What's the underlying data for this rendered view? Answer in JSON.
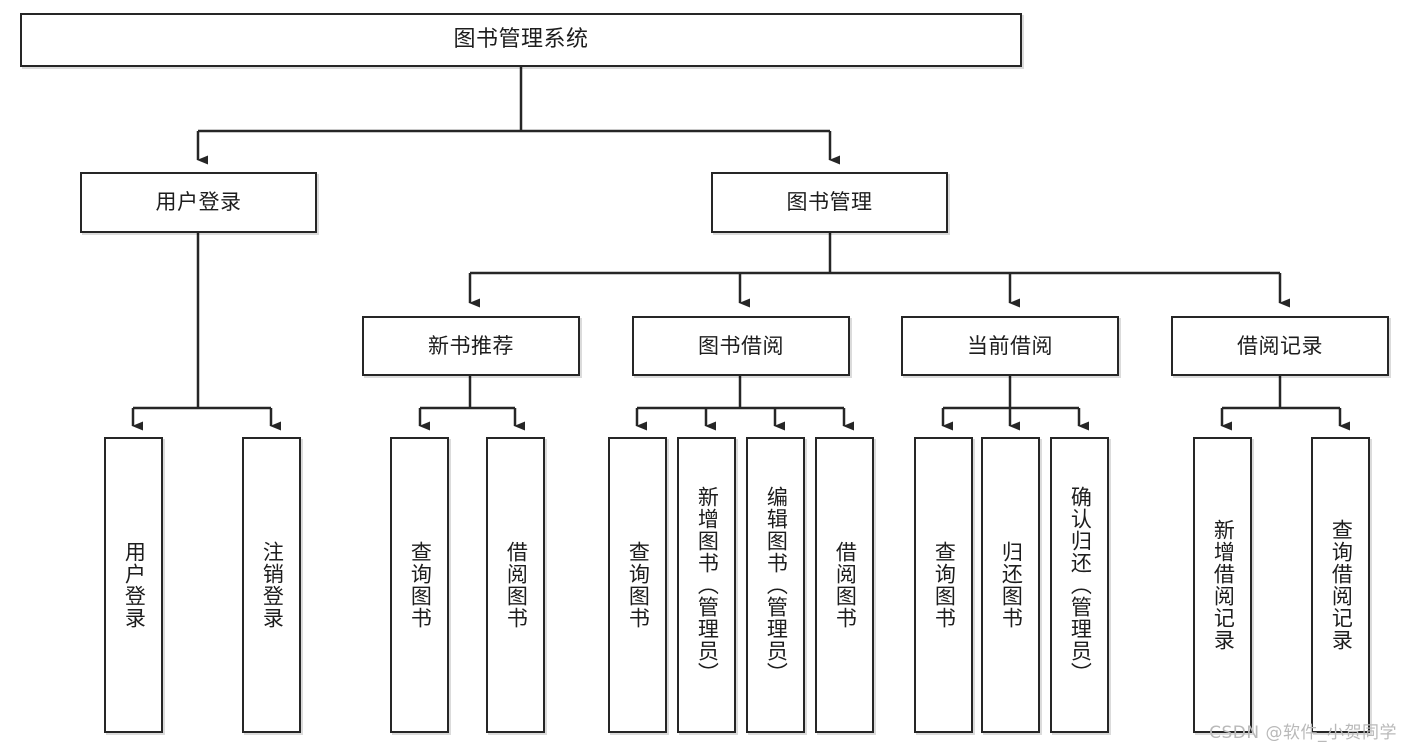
{
  "diagram": {
    "title": "图书管理系统",
    "type": "tree-hierarchy-diagram",
    "colors": {
      "box_border": "#262626",
      "box_fill": "#ffffff",
      "connector": "#262626",
      "text": "#1d1d1d",
      "watermark": "#b9b9b9"
    },
    "nodes": {
      "root": {
        "label": "图书管理系统"
      },
      "level1": [
        {
          "label": "用户登录"
        },
        {
          "label": "图书管理"
        }
      ],
      "level2": [
        {
          "label": "新书推荐"
        },
        {
          "label": "图书借阅"
        },
        {
          "label": "当前借阅"
        },
        {
          "label": "借阅记录"
        }
      ],
      "leaves": {
        "user_login": [
          {
            "label": "用户登录"
          },
          {
            "label": "注销登录"
          }
        ],
        "new_book_recommend": [
          {
            "label": "查询图书"
          },
          {
            "label": "借阅图书"
          }
        ],
        "book_borrow": [
          {
            "label": "查询图书"
          },
          {
            "label": "新增图书（管理员）"
          },
          {
            "label": "编辑图书（管理员）"
          },
          {
            "label": "借阅图书"
          }
        ],
        "current_borrow": [
          {
            "label": "查询图书"
          },
          {
            "label": "归还图书"
          },
          {
            "label": "确认归还（管理员）"
          }
        ],
        "borrow_record": [
          {
            "label": "新增借阅记录"
          },
          {
            "label": "查询借阅记录"
          }
        ]
      }
    },
    "watermark": "CSDN @软件_小贺同学"
  }
}
